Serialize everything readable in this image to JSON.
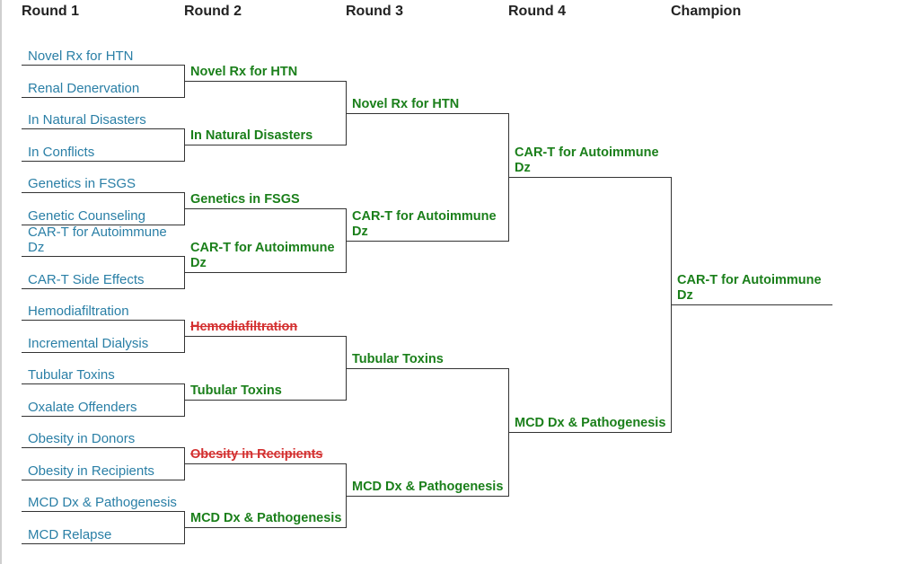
{
  "headers": [
    "Round 1",
    "Round 2",
    "Round 3",
    "Round 4",
    "Champion"
  ],
  "rounds": [
    [
      {
        "name": "Novel Rx for HTN"
      },
      {
        "name": "Renal Denervation"
      },
      {
        "name": "In Natural Disasters"
      },
      {
        "name": "In Conflicts"
      },
      {
        "name": "Genetics in FSGS"
      },
      {
        "name": "Genetic Counseling"
      },
      {
        "name": "CAR-T for Autoimmune Dz"
      },
      {
        "name": "CAR-T Side Effects"
      },
      {
        "name": "Hemodiafiltration"
      },
      {
        "name": "Incremental Dialysis"
      },
      {
        "name": "Tubular Toxins"
      },
      {
        "name": "Oxalate Offenders"
      },
      {
        "name": "Obesity in Donors"
      },
      {
        "name": "Obesity in Recipients"
      },
      {
        "name": "MCD Dx & Pathogenesis"
      },
      {
        "name": "MCD Relapse"
      }
    ],
    [
      {
        "name": "Novel Rx for HTN",
        "status": "advanced"
      },
      {
        "name": "In Natural Disasters",
        "status": "advanced"
      },
      {
        "name": "Genetics in FSGS",
        "status": "advanced"
      },
      {
        "name": "CAR-T for Autoimmune Dz",
        "status": "advanced"
      },
      {
        "name": "Hemodiafiltration",
        "status": "eliminated"
      },
      {
        "name": "Tubular Toxins",
        "status": "advanced"
      },
      {
        "name": "Obesity in Recipients",
        "status": "eliminated"
      },
      {
        "name": "MCD Dx & Pathogenesis",
        "status": "advanced"
      }
    ],
    [
      {
        "name": "Novel Rx for HTN",
        "status": "advanced"
      },
      {
        "name": "CAR-T for Autoimmune Dz",
        "status": "advanced"
      },
      {
        "name": "Tubular Toxins",
        "status": "advanced"
      },
      {
        "name": "MCD Dx & Pathogenesis",
        "status": "advanced"
      }
    ],
    [
      {
        "name": "CAR-T for Autoimmune Dz",
        "status": "advanced"
      },
      {
        "name": "MCD Dx & Pathogenesis",
        "status": "advanced"
      }
    ],
    [
      {
        "name": "CAR-T for Autoimmune Dz",
        "status": "advanced"
      }
    ]
  ],
  "colors": {
    "round1_text": "#2a7fa6",
    "advanced_text": "#1a7f1a",
    "eliminated_text": "#d32f2f",
    "line": "#333333",
    "header_text": "#222222"
  }
}
